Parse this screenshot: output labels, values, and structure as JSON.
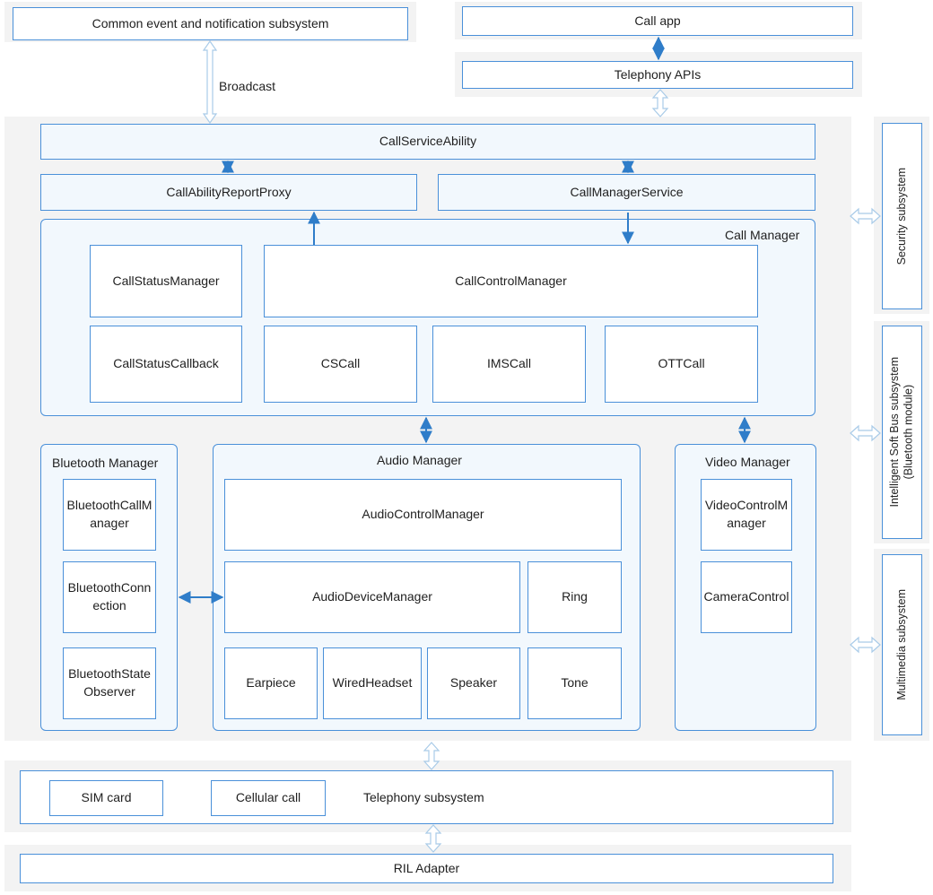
{
  "top": {
    "common_event": "Common event and notification subsystem",
    "broadcast": "Broadcast",
    "call_app": "Call app",
    "telephony_apis": "Telephony APIs"
  },
  "service": {
    "call_service_ability": "CallServiceAbility",
    "call_ability_report_proxy": "CallAbilityReportProxy",
    "call_manager_service": "CallManagerService"
  },
  "call_manager": {
    "title": "Call Manager",
    "call_status_manager": "CallStatusManager",
    "call_control_manager": "CallControlManager",
    "call_status_callback": "CallStatusCallback",
    "cs_call": "CSCall",
    "ims_call": "IMSCall",
    "ott_call": "OTTCall"
  },
  "bluetooth_manager": {
    "title": "Bluetooth Manager",
    "bluetooth_call_manager": "BluetoothCallManager",
    "bluetooth_connection": "BluetoothConnection",
    "bluetooth_state_observer": "BluetoothStateObserver"
  },
  "audio_manager": {
    "title": "Audio Manager",
    "audio_control_manager": "AudioControlManager",
    "audio_device_manager": "AudioDeviceManager",
    "ring": "Ring",
    "earpiece": "Earpiece",
    "wired_headset": "WiredHeadset",
    "speaker": "Speaker",
    "tone": "Tone"
  },
  "video_manager": {
    "title": "Video Manager",
    "video_control_manager": "VideoControlManager",
    "camera_control": "CameraControl"
  },
  "side": {
    "security": "Security subsystem",
    "soft_bus_line1": "Intelligent Soft Bus subsystem",
    "soft_bus_line2": "(Bluetooth module)",
    "multimedia": "Multimedia subsystem"
  },
  "bottom": {
    "sim_card": "SIM card",
    "cellular_call": "Cellular call",
    "telephony_subsystem": "Telephony subsystem",
    "ril_adapter": "RIL Adapter"
  },
  "colors": {
    "border": "#4a90d9",
    "arrow": "#2f7dc9",
    "hollow_arrow": "#a9cbe8",
    "region_bg": "#f3f3f3",
    "group_bg": "#f2f8fd"
  }
}
